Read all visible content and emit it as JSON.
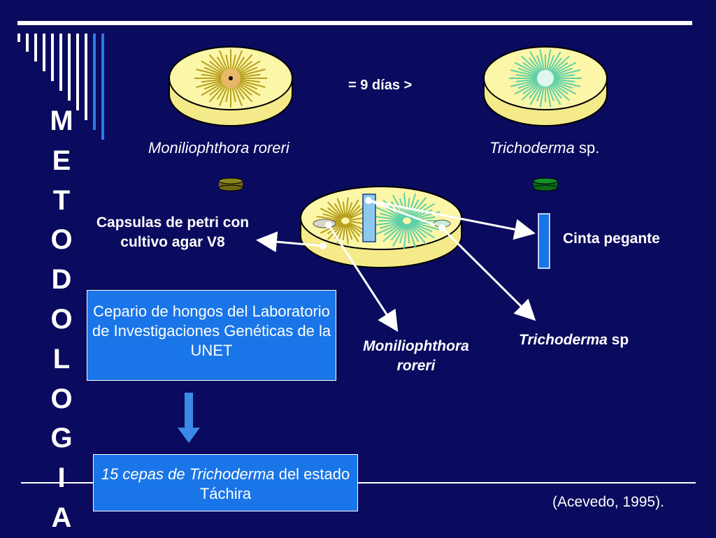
{
  "title_letters": [
    "M",
    "E",
    "T",
    "O",
    "D",
    "O",
    "L",
    "O",
    "G",
    "I",
    "A"
  ],
  "time_label": "= 9 días >",
  "culture_left": {
    "name": "Moniliophthora roreri"
  },
  "culture_right": {
    "name_italic": "Trichoderma",
    "name_suffix": " sp."
  },
  "petri_label": "Capsulas de petri con cultivo agar V8",
  "tape_label": "Cinta pegante",
  "confront_left_label": "Moniliophthora roreri",
  "confront_right_label_italic": "Trichoderma",
  "confront_right_label_suffix": " sp",
  "source_box": "Cepario de hongos del Laboratorio de Investigaciones Genéticas de la UNET",
  "strains_box": {
    "italic_part": "15 cepas de Trichoderma",
    "plain_part": " del estado Táchira"
  },
  "citation": "(Acevedo, 1995).",
  "colors": {
    "background": "#0a0a5e",
    "box_fill": "#1a75e8",
    "dish_fill": "#fbf6a8",
    "moniliophthora_color": "#b8a020",
    "trichoderma_color": "#5fd0a8",
    "tape_color": "#1a75e8"
  }
}
